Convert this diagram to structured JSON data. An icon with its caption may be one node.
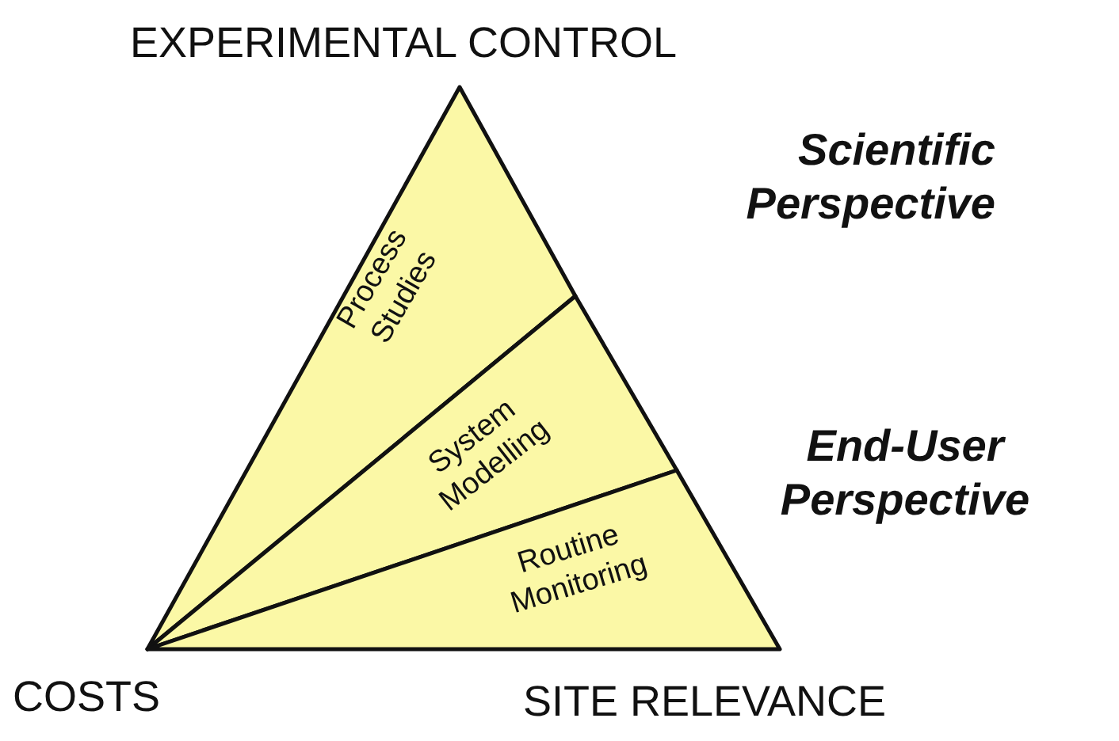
{
  "diagram": {
    "nodes": [
      {
        "text": [
          "Process Studies"
        ]
      },
      {
        "text": [
          "System Modelling"
        ]
      },
      {
        "text": [
          "Routine Monitoring"
        ]
      }
    ],
    "labels": [
      "EXPERIMENTAL CONTROL",
      "Scientific Perspective",
      "End-User Perspective",
      "COSTS",
      "SITE RELEVANCE"
    ]
  }
}
